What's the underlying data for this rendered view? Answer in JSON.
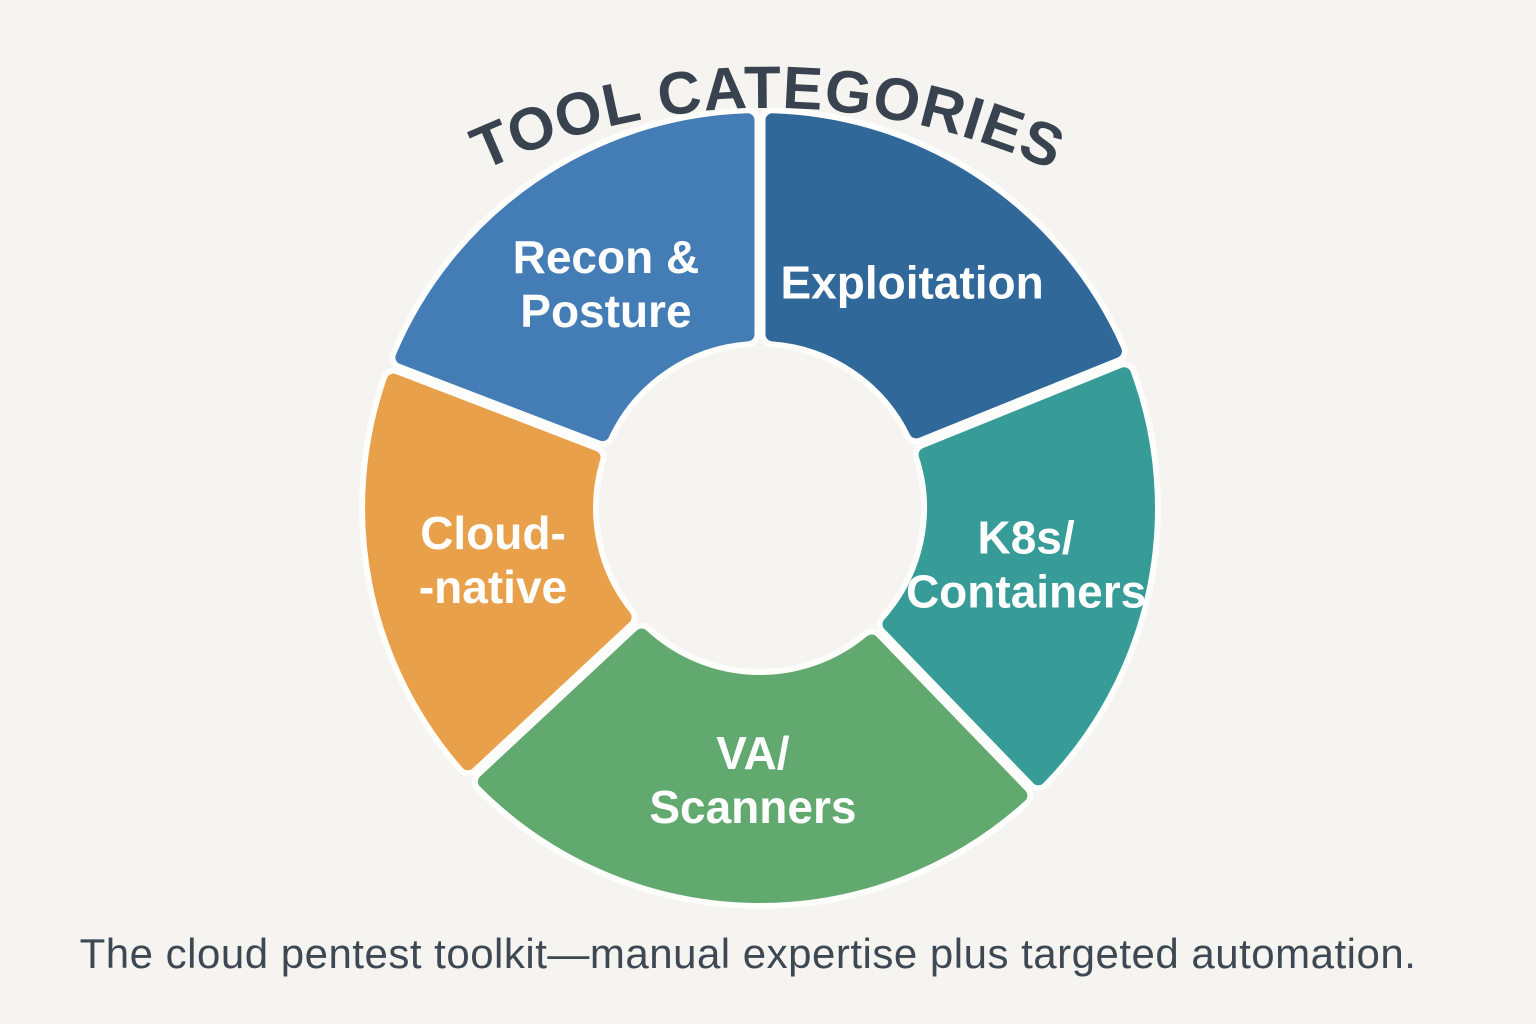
{
  "page": {
    "background_color": "#F6F4F0",
    "title_color": "#39434F",
    "caption_color": "#3D4852"
  },
  "chart_data": {
    "type": "pie",
    "variant": "donut",
    "title": "TOOL CATEGORIES",
    "caption": "The cloud pentest toolkit—manual expertise plus targeted automation.",
    "legend_position": "none",
    "labels_position": "inside-slices",
    "start_angle_deg": 0,
    "direction": "clockwise",
    "label_color": "#FFFFFF",
    "gap_color": "#FDFDFB",
    "slices": [
      {
        "label": "Exploitation",
        "label_lines": [
          "Exploitation"
        ],
        "angle_deg": 68,
        "color": "#31689A"
      },
      {
        "label": "K8s/Containers",
        "label_lines": [
          "K8s/",
          "Containers"
        ],
        "angle_deg": 68,
        "color": "#379B98"
      },
      {
        "label": "VA/Scanners",
        "label_lines": [
          "VA/",
          "Scanners"
        ],
        "angle_deg": 91,
        "color": "#61A96E"
      },
      {
        "label": "Cloud-native",
        "label_lines": [
          "Cloud-",
          "-native"
        ],
        "angle_deg": 64,
        "color": "#E9A04A"
      },
      {
        "label": "Recon & Posture",
        "label_lines": [
          "Recon &",
          "Posture"
        ],
        "angle_deg": 69,
        "color": "#447CB5"
      }
    ]
  }
}
